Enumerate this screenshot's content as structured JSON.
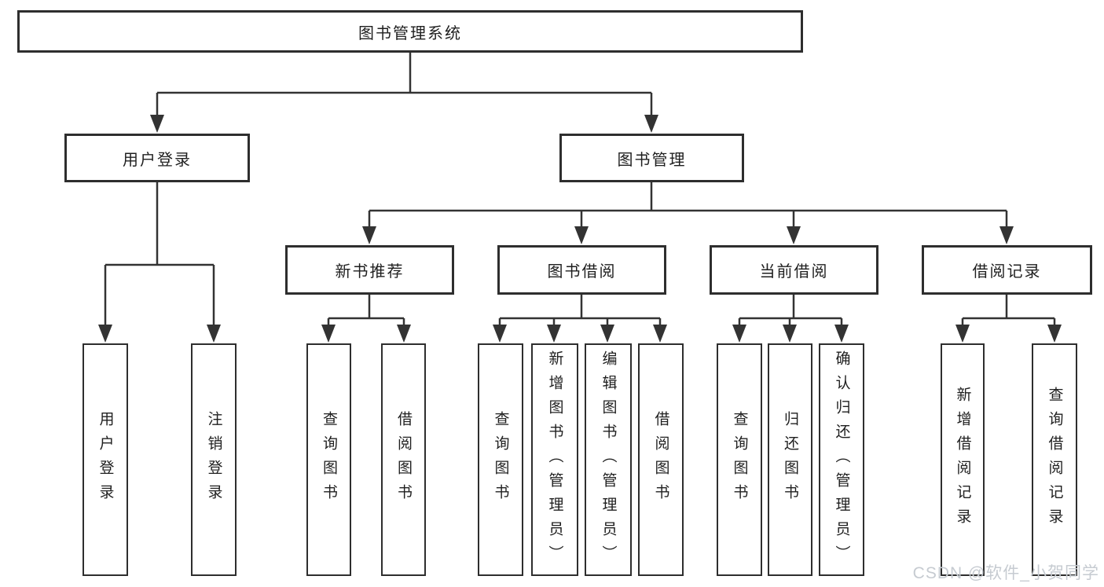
{
  "diagram": {
    "title": "图书管理系统",
    "root": {
      "label": "图书管理系统"
    },
    "level2": [
      {
        "id": "user-login",
        "label": "用户登录"
      },
      {
        "id": "book-management",
        "label": "图书管理"
      }
    ],
    "level3": [
      {
        "id": "new-book-recommend",
        "parent": "图书管理",
        "label": "新书推荐"
      },
      {
        "id": "book-borrowing",
        "parent": "图书管理",
        "label": "图书借阅"
      },
      {
        "id": "current-borrowing",
        "parent": "图书管理",
        "label": "当前借阅"
      },
      {
        "id": "borrowing-records",
        "parent": "图书管理",
        "label": "借阅记录"
      }
    ],
    "leaves": [
      {
        "parent": "用户登录",
        "label": "用户登录"
      },
      {
        "parent": "用户登录",
        "label": "注销登录"
      },
      {
        "parent": "新书推荐",
        "label": "查询图书"
      },
      {
        "parent": "新书推荐",
        "label": "借阅图书"
      },
      {
        "parent": "图书借阅",
        "label": "查询图书"
      },
      {
        "parent": "图书借阅",
        "label": "新增图书（管理员）"
      },
      {
        "parent": "图书借阅",
        "label": "编辑图书（管理员）"
      },
      {
        "parent": "图书借阅",
        "label": "借阅图书"
      },
      {
        "parent": "当前借阅",
        "label": "查询图书"
      },
      {
        "parent": "当前借阅",
        "label": "归还图书"
      },
      {
        "parent": "当前借阅",
        "label": "确认归还（管理员）"
      },
      {
        "parent": "借阅记录",
        "label": "新增借阅记录"
      },
      {
        "parent": "借阅记录",
        "label": "查询借阅记录"
      }
    ],
    "watermark": "CSDN @软件_小贺同学",
    "colors": {
      "line": "#333333",
      "box_border": "#2e2e2e",
      "text": "#1f1f1f",
      "watermark": "#c6cbd1",
      "background": "#ffffff"
    }
  }
}
